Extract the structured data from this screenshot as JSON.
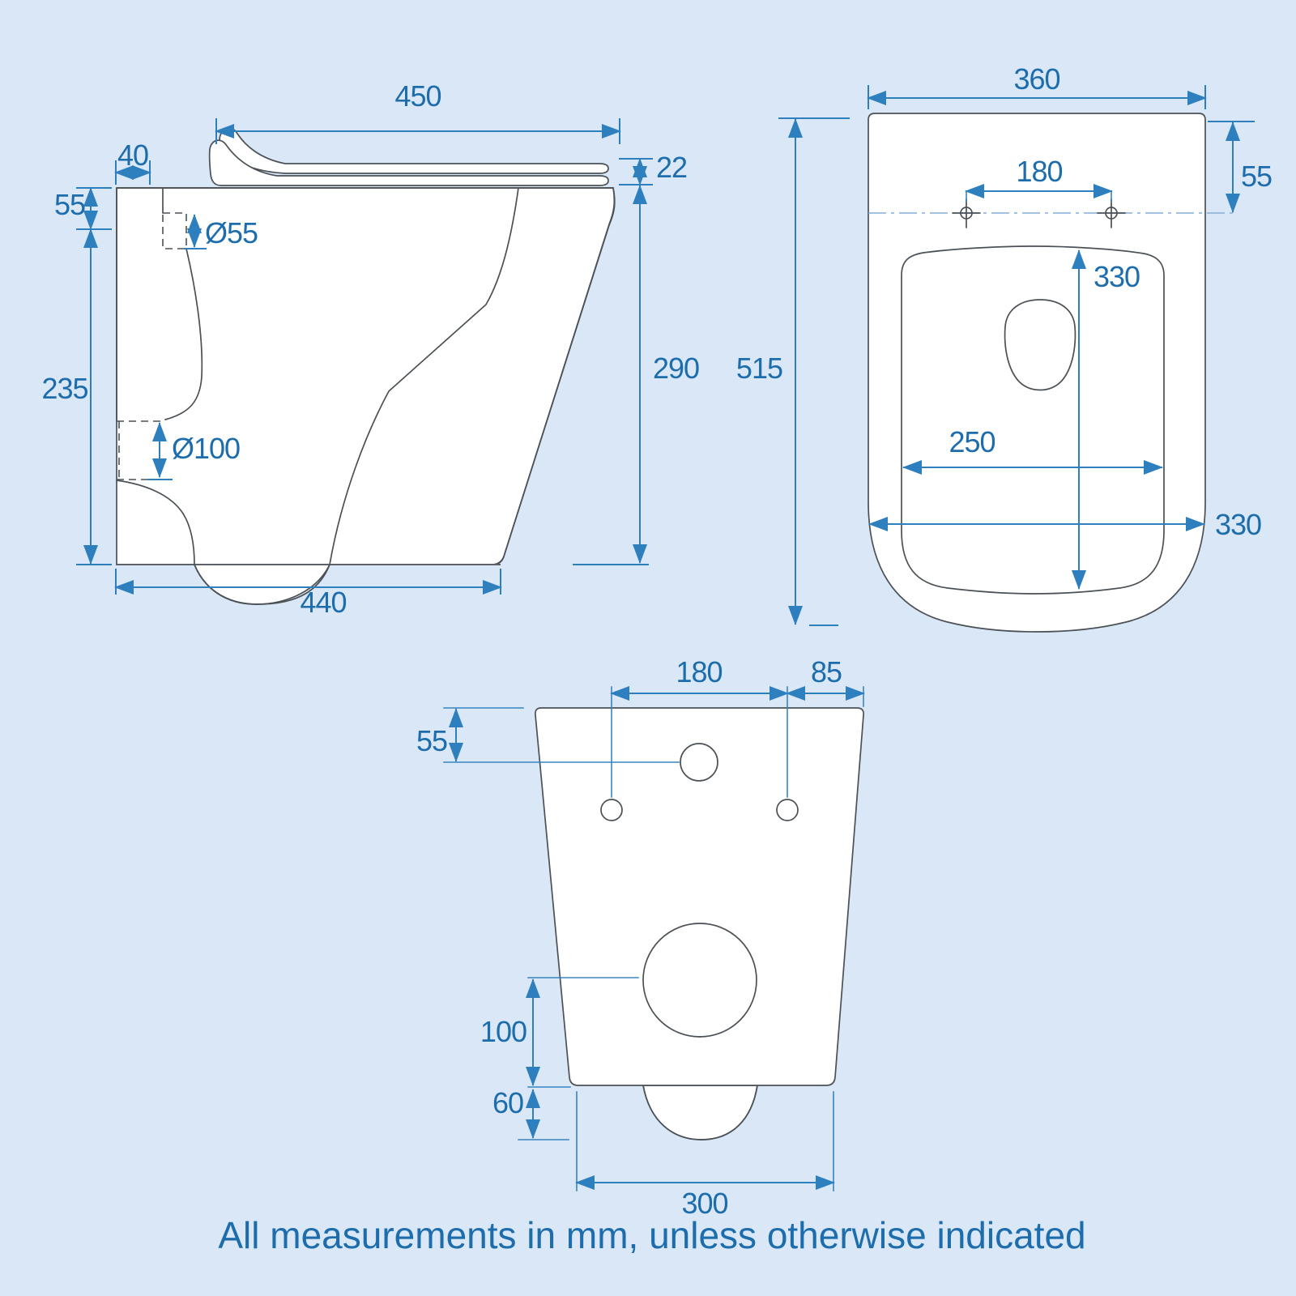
{
  "footer": {
    "note": "All measurements in mm, unless otherwise indicated"
  },
  "views": {
    "side": {
      "dims": {
        "seat_length": "450",
        "inlet_setback": "40",
        "seat_thickness": "22",
        "inlet_drop": "55",
        "body_height": "235",
        "inlet_diameter": "Ø55",
        "outlet_diameter": "Ø100",
        "rim_height": "290",
        "base_depth": "440"
      }
    },
    "top": {
      "dims": {
        "overall_width": "360",
        "hole_offset": "55",
        "fixing_hole_spacing": "180",
        "overall_depth": "515",
        "bowl_opening_depth": "330",
        "bowl_opening_width": "250",
        "bowl_outer_width": "330"
      }
    },
    "rear": {
      "dims": {
        "fixing_hole_spacing": "180",
        "hole_to_edge": "85",
        "inlet_drop": "55",
        "outlet_centre_height": "100",
        "outlet_drop": "60",
        "base_width": "300"
      }
    }
  },
  "colors": {
    "background": "#d9e7f6",
    "dimension": "#2e7fbe",
    "dimension_text": "#1d6dad",
    "outline": "#4b5156",
    "centerline": "#85aed6",
    "floor": "#5d6268",
    "footer_text": "#2e79b6"
  }
}
